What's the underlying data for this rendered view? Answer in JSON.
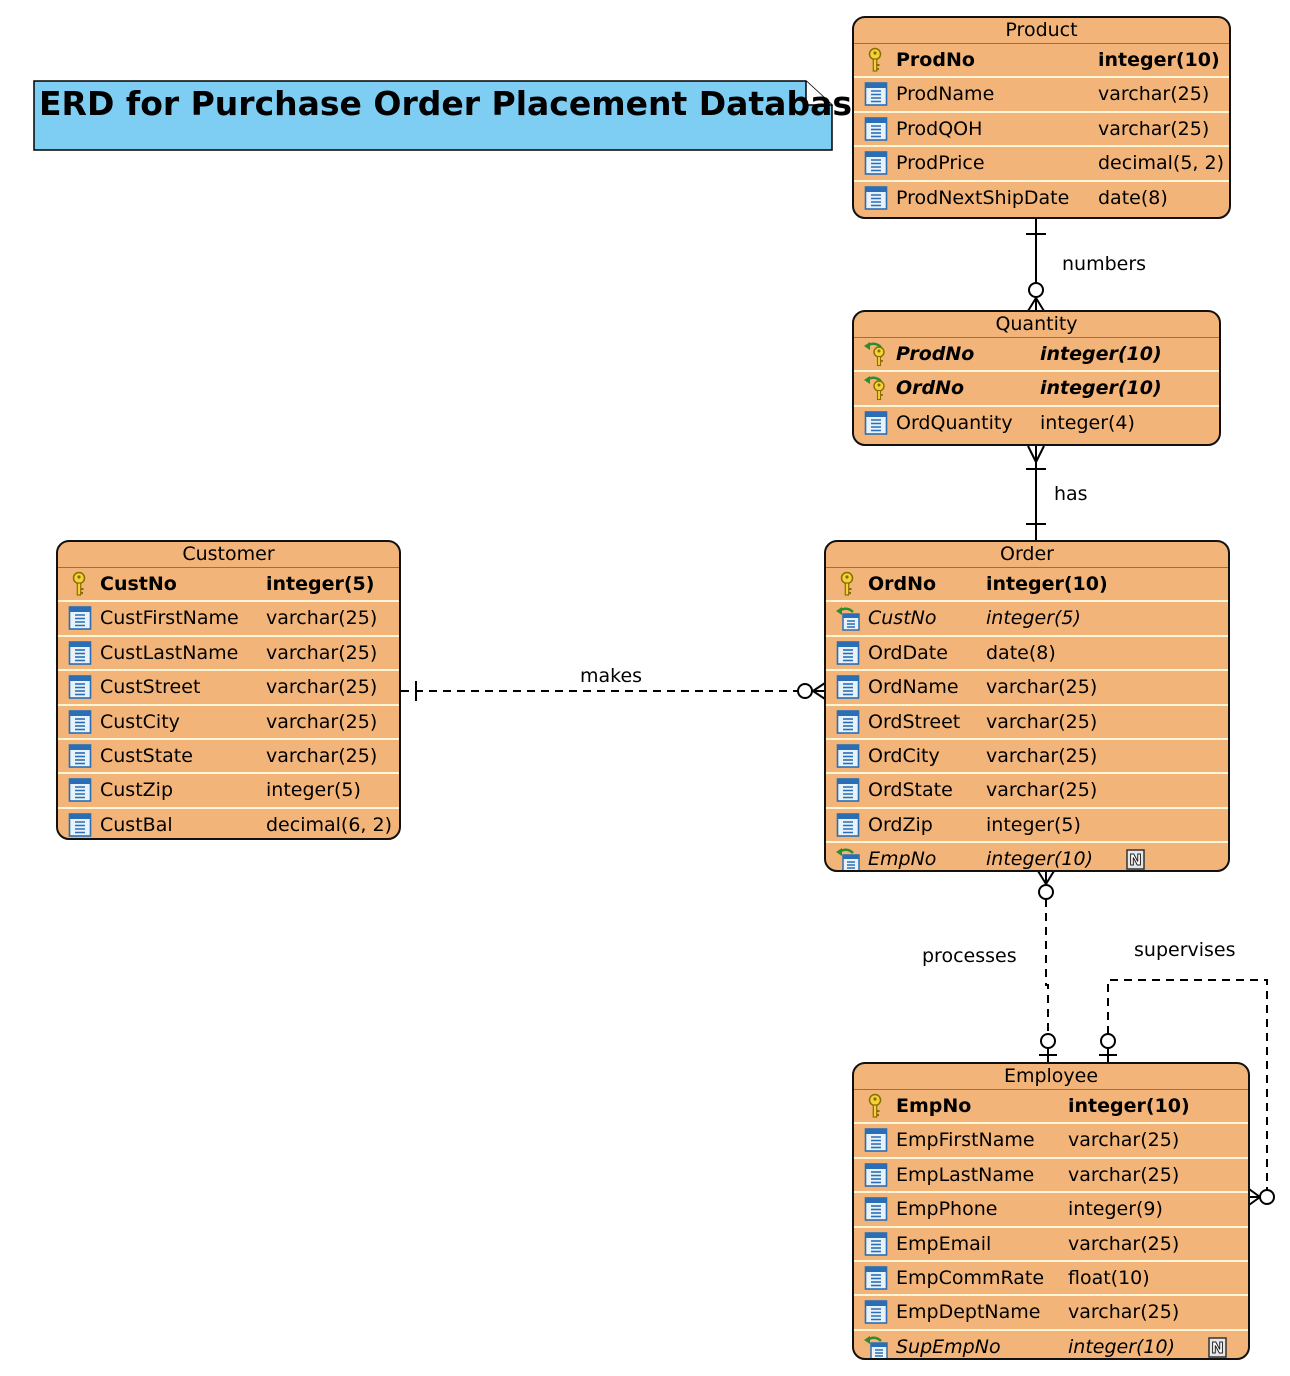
{
  "title": "ERD for Purchase Order Placement Database",
  "colors": {
    "entity_fill": "#f2b478",
    "note_fill": "#7ecef4",
    "row_divider": "#fff6d8"
  },
  "entities": {
    "product": {
      "name": "Product",
      "columns": [
        {
          "name": "ProdNo",
          "type": "integer(10)",
          "key": "pk",
          "icon": "primary-key-icon"
        },
        {
          "name": "ProdName",
          "type": "varchar(25)",
          "icon": "column-icon"
        },
        {
          "name": "ProdQOH",
          "type": "varchar(25)",
          "icon": "column-icon"
        },
        {
          "name": "ProdPrice",
          "type": "decimal(5, 2)",
          "icon": "column-icon"
        },
        {
          "name": "ProdNextShipDate",
          "type": "date(8)",
          "icon": "column-icon"
        }
      ]
    },
    "quantity": {
      "name": "Quantity",
      "columns": [
        {
          "name": "ProdNo",
          "type": "integer(10)",
          "key": "pfk",
          "icon": "foreign-primary-key-icon"
        },
        {
          "name": "OrdNo",
          "type": "integer(10)",
          "key": "pfk",
          "icon": "foreign-primary-key-icon"
        },
        {
          "name": "OrdQuantity",
          "type": "integer(4)",
          "icon": "column-icon"
        }
      ]
    },
    "customer": {
      "name": "Customer",
      "columns": [
        {
          "name": "CustNo",
          "type": "integer(5)",
          "key": "pk",
          "icon": "primary-key-icon"
        },
        {
          "name": "CustFirstName",
          "type": "varchar(25)",
          "icon": "column-icon"
        },
        {
          "name": "CustLastName",
          "type": "varchar(25)",
          "icon": "column-icon"
        },
        {
          "name": "CustStreet",
          "type": "varchar(25)",
          "icon": "column-icon"
        },
        {
          "name": "CustCity",
          "type": "varchar(25)",
          "icon": "column-icon"
        },
        {
          "name": "CustState",
          "type": "varchar(25)",
          "icon": "column-icon"
        },
        {
          "name": "CustZip",
          "type": "integer(5)",
          "icon": "column-icon"
        },
        {
          "name": "CustBal",
          "type": "decimal(6, 2)",
          "icon": "column-icon"
        }
      ]
    },
    "order": {
      "name": "Order",
      "columns": [
        {
          "name": "OrdNo",
          "type": "integer(10)",
          "key": "pk",
          "icon": "primary-key-icon"
        },
        {
          "name": "CustNo",
          "type": "integer(5)",
          "key": "fk",
          "icon": "foreign-key-icon"
        },
        {
          "name": "OrdDate",
          "type": "date(8)",
          "icon": "column-icon"
        },
        {
          "name": "OrdName",
          "type": "varchar(25)",
          "icon": "column-icon"
        },
        {
          "name": "OrdStreet",
          "type": "varchar(25)",
          "icon": "column-icon"
        },
        {
          "name": "OrdCity",
          "type": "varchar(25)",
          "icon": "column-icon"
        },
        {
          "name": "OrdState",
          "type": "varchar(25)",
          "icon": "column-icon"
        },
        {
          "name": "OrdZip",
          "type": "integer(5)",
          "icon": "column-icon"
        },
        {
          "name": "EmpNo",
          "type": "integer(10)",
          "key": "fk",
          "nullable": true,
          "icon": "foreign-key-icon"
        }
      ]
    },
    "employee": {
      "name": "Employee",
      "columns": [
        {
          "name": "EmpNo",
          "type": "integer(10)",
          "key": "pk",
          "icon": "primary-key-icon"
        },
        {
          "name": "EmpFirstName",
          "type": "varchar(25)",
          "icon": "column-icon"
        },
        {
          "name": "EmpLastName",
          "type": "varchar(25)",
          "icon": "column-icon"
        },
        {
          "name": "EmpPhone",
          "type": "integer(9)",
          "icon": "column-icon"
        },
        {
          "name": "EmpEmail",
          "type": "varchar(25)",
          "icon": "column-icon"
        },
        {
          "name": "EmpCommRate",
          "type": "float(10)",
          "icon": "column-icon"
        },
        {
          "name": "EmpDeptName",
          "type": "varchar(25)",
          "icon": "column-icon"
        },
        {
          "name": "SupEmpNo",
          "type": "integer(10)",
          "key": "fk",
          "nullable": true,
          "icon": "foreign-key-icon"
        }
      ]
    }
  },
  "relationships": {
    "numbers": {
      "label": "numbers",
      "from": "Product",
      "to": "Quantity",
      "from_end": "one-and-only-one",
      "to_end": "zero-or-many",
      "line": "solid"
    },
    "has": {
      "label": "has",
      "from": "Order",
      "to": "Quantity",
      "from_end": "one-and-only-one",
      "to_end": "one-or-many",
      "line": "solid"
    },
    "makes": {
      "label": "makes",
      "from": "Customer",
      "to": "Order",
      "from_end": "one-and-only-one",
      "to_end": "zero-or-many",
      "line": "dashed"
    },
    "processes": {
      "label": "processes",
      "from": "Employee",
      "to": "Order",
      "from_end": "zero-or-one",
      "to_end": "zero-or-many",
      "line": "dashed"
    },
    "supervises": {
      "label": "supervises",
      "from": "Employee",
      "to": "Employee",
      "from_end": "zero-or-one",
      "to_end": "zero-or-many",
      "line": "dashed"
    }
  },
  "nullable_badge": "N"
}
